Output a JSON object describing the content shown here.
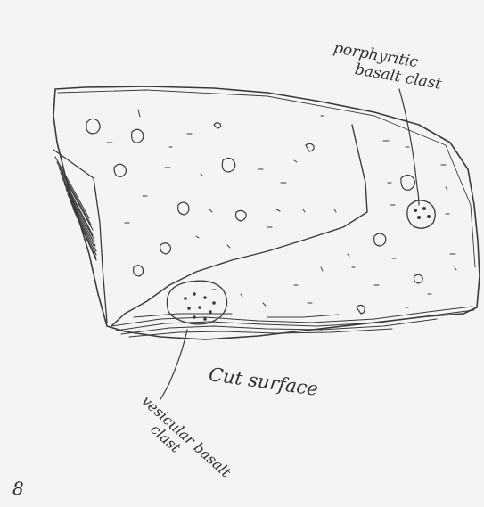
{
  "labels": {
    "porphyritic_line1": "porphyritic",
    "porphyritic_line2": "basalt clast",
    "vesicular_line1": "vesicular basalt",
    "vesicular_line2": "clast",
    "cut_surface": "Cut surface",
    "corner_mark": "8"
  }
}
